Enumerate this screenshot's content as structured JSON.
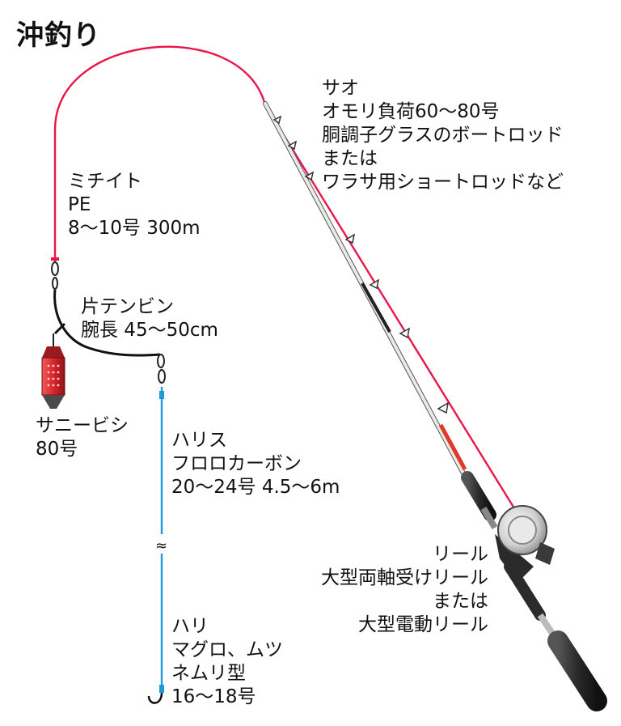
{
  "title": "沖釣り",
  "labels": {
    "rod": [
      "サオ",
      "オモリ負荷60～80号",
      "胴調子グラスのボートロッド",
      "または",
      "ワラサ用ショートロッドなど"
    ],
    "mainline": [
      "ミチイト",
      "PE",
      "8～10号 300m"
    ],
    "tenbin": [
      "片テンビン",
      "腕長 45～50cm"
    ],
    "sinker": [
      "サニービシ",
      "80号"
    ],
    "leader": [
      "ハリス",
      "フロロカーボン",
      "20～24号 4.5～6m"
    ],
    "reel": [
      "リール",
      "大型両軸受けリール",
      "または",
      "大型電動リール"
    ],
    "hook": [
      "ハリ",
      "マグロ、ムツ",
      "ネムリ型",
      "16～18号"
    ]
  },
  "colors": {
    "mainline": "#e8174a",
    "leader": "#1a9ad6",
    "sinker": "#d9262c",
    "rod_blank": "#e8e8e8",
    "rod_accent": "#e03a2a",
    "grip": "#2a2a2a"
  }
}
